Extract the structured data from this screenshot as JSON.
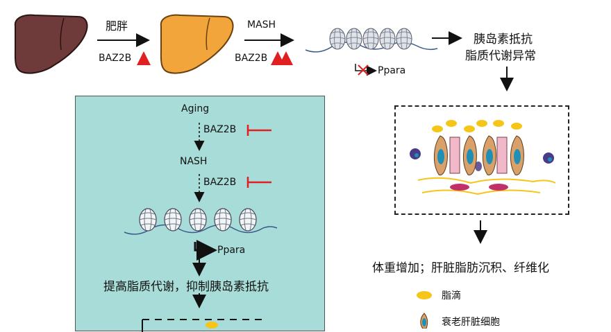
{
  "top": {
    "arrow1_label": "肥胖",
    "arrow1_sub": "BAZ2B",
    "arrow2_label": "MASH",
    "arrow2_sub": "BAZ2B",
    "ppara": "Ppara",
    "outcome_line1": "胰岛素抵抗",
    "outcome_line2": "脂质代谢异常"
  },
  "panel": {
    "aging": "Aging",
    "baz2b_1": "BAZ2B",
    "nash": "NASH",
    "baz2b_2": "BAZ2B",
    "ppara": "Ppara",
    "result": "提高脂质代谢，抑制胰岛素抵抗"
  },
  "right": {
    "result": "体重增加；肝脏脂肪沉积、纤维化"
  },
  "legend": {
    "lipid": "脂滴",
    "senescent": "衰老肝脏细胞"
  },
  "colors": {
    "liver_dark": "#6e3a3a",
    "liver_fat": "#f2a53a",
    "panel_bg": "#a8dcd8",
    "up_arrow": "#e02020",
    "inhibit": "#e02020",
    "lipid": "#f5c518",
    "cell": "#d9a06a",
    "nucleus": "#1f8fb5",
    "pink_cell": "#f0b8c8",
    "fibroblast": "#c0306a"
  }
}
